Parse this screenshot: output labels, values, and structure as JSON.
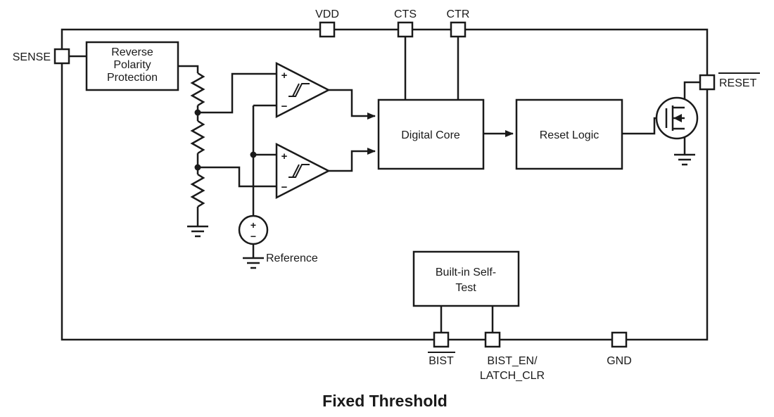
{
  "title": "Fixed Threshold",
  "pins": {
    "sense": "SENSE",
    "vdd": "VDD",
    "cts": "CTS",
    "ctr": "CTR",
    "reset": "RESET",
    "bist": "BIST",
    "bist_en": "BIST_EN/",
    "latch_clr": "LATCH_CLR",
    "gnd": "GND"
  },
  "blocks": {
    "reverse_polarity": {
      "line1": "Reverse",
      "line2": "Polarity",
      "line3": "Protection"
    },
    "digital_core": {
      "label": "Digital Core"
    },
    "reset_logic": {
      "label": "Reset Logic"
    },
    "built_in_self_test": {
      "line1": "Built-in Self-",
      "line2": "Test"
    },
    "reference": {
      "label": "Reference"
    }
  },
  "symbols": {
    "plus": "+",
    "minus": "−"
  },
  "colors": {
    "line": "#1a1a1a",
    "background": "#ffffff"
  }
}
